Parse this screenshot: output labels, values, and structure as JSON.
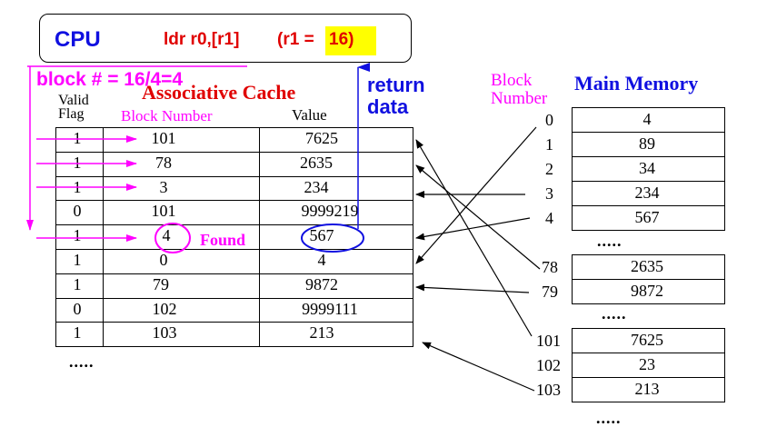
{
  "cpu": {
    "label": "CPU",
    "instruction": "ldr r0,[r1]",
    "r1_prefix": "(r1 = ",
    "r1_value": "16)"
  },
  "block_calc": "block # = 16/4=4",
  "return_data": {
    "line1": "return",
    "line2": "data"
  },
  "cache": {
    "title": "Associative Cache",
    "header_valid_line1": "Valid",
    "header_valid_line2": "Flag",
    "header_block": "Block Number",
    "header_value": "Value",
    "rows": [
      {
        "valid": "1",
        "block": "101",
        "value": "7625"
      },
      {
        "valid": "1",
        "block": "78",
        "value": "2635"
      },
      {
        "valid": "1",
        "block": "3",
        "value": "234"
      },
      {
        "valid": "0",
        "block": "101",
        "value": "9999219"
      },
      {
        "valid": "1",
        "block": "4",
        "value": "567"
      },
      {
        "valid": "1",
        "block": "0",
        "value": "4"
      },
      {
        "valid": "1",
        "block": "79",
        "value": "9872"
      },
      {
        "valid": "0",
        "block": "102",
        "value": "9999111"
      },
      {
        "valid": "1",
        "block": "103",
        "value": "213"
      }
    ],
    "found_label": "Found",
    "ellipsis": "....."
  },
  "memory": {
    "title": "Main Memory",
    "block_header_line1": "Block",
    "block_header_line2": "Number",
    "groups": [
      [
        {
          "block": "0",
          "value": "4"
        },
        {
          "block": "1",
          "value": "89"
        },
        {
          "block": "2",
          "value": "34"
        },
        {
          "block": "3",
          "value": "234"
        },
        {
          "block": "4",
          "value": "567"
        }
      ],
      [
        {
          "block": "78",
          "value": "2635"
        },
        {
          "block": "79",
          "value": "9872"
        }
      ],
      [
        {
          "block": "101",
          "value": "7625"
        },
        {
          "block": "102",
          "value": "23"
        },
        {
          "block": "103",
          "value": "213"
        }
      ]
    ],
    "ellipsis": "....."
  },
  "colors": {
    "cpu_blue": "#1010e0",
    "instruction_red": "#e00000",
    "magenta": "#ff00ff",
    "highlight_yellow": "#ffff00",
    "arrow_blue": "#1010e0"
  }
}
